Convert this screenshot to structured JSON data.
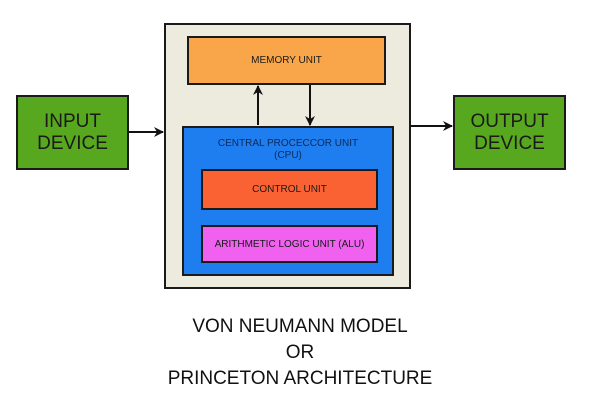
{
  "diagram": {
    "input_device": "INPUT\nDEVICE",
    "output_device": "OUTPUT\nDEVICE",
    "memory_unit": "MEMORY UNIT",
    "cpu_label": "CENTRAL PROCECCOR UNIT\n(CPU)",
    "control_unit": "CONTROL UNIT",
    "alu": "ARITHMETIC LOGIC UNIT (ALU)",
    "colors": {
      "io": "#57a81e",
      "memory": "#f9a64a",
      "cpu": "#1e7ef0",
      "control": "#fb6233",
      "alu": "#f061f0",
      "system_background": "#ecebdd"
    }
  },
  "caption": {
    "line1": "VON NEUMANN MODEL",
    "line2": "OR",
    "line3": "PRINCETON ARCHITECTURE"
  }
}
